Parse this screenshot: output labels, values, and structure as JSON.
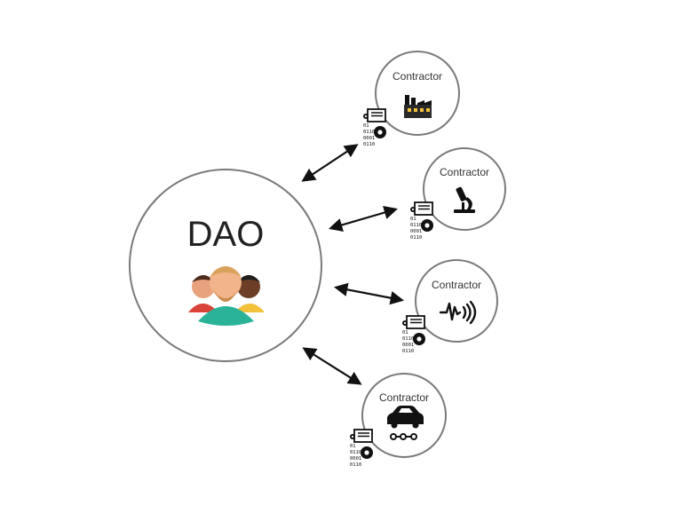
{
  "dao": {
    "label": "DAO",
    "icon": "people-group-icon"
  },
  "contractors": [
    {
      "label": "Contractor",
      "icon": "factory-icon"
    },
    {
      "label": "Contractor",
      "icon": "microscope-icon"
    },
    {
      "label": "Contractor",
      "icon": "signal-wave-icon"
    },
    {
      "label": "Contractor",
      "icon": "car-icon"
    }
  ],
  "contract_badge": {
    "icon": "smart-contract-icon",
    "code_lines": [
      "01",
      "0110",
      "0001",
      "0110"
    ]
  },
  "colors": {
    "circle_stroke": "#7a7a7a",
    "arrow": "#111111",
    "teal_shirt": "#2bb39a",
    "beard": "#c98a4b",
    "red_shirt": "#d9433a",
    "yellow_shirt": "#f3c13a"
  }
}
